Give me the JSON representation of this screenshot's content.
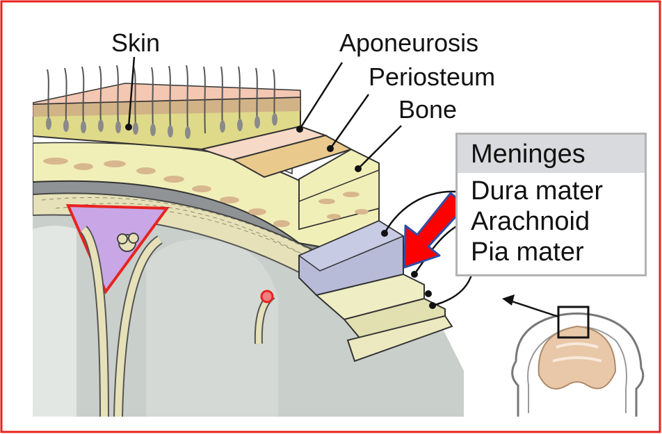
{
  "labels": {
    "skin": "Skin",
    "aponeurosis": "Aponeurosis",
    "periosteum": "Periosteum",
    "bone": "Bone"
  },
  "meninges": {
    "title": "Meninges",
    "layers": [
      "Dura mater",
      "Arachnoid",
      "Pia mater"
    ]
  },
  "colors": {
    "border": "#e8231f",
    "arrow": "#ff0000",
    "arrow_outline": "#2f4ea6",
    "skin": "#f0c8b0",
    "fat": "#dfd98a",
    "bone": "#f1efb8",
    "bone_spots": "#d8b78e",
    "dura": "#b7bbd8",
    "arachnoid": "#efedc4",
    "brain": "#c9cfca",
    "sinus": "#c9a7e6"
  },
  "icons": {
    "head_thumbnail": "head-cross-section-icon",
    "pointer_arrow": "red-arrow-icon"
  }
}
